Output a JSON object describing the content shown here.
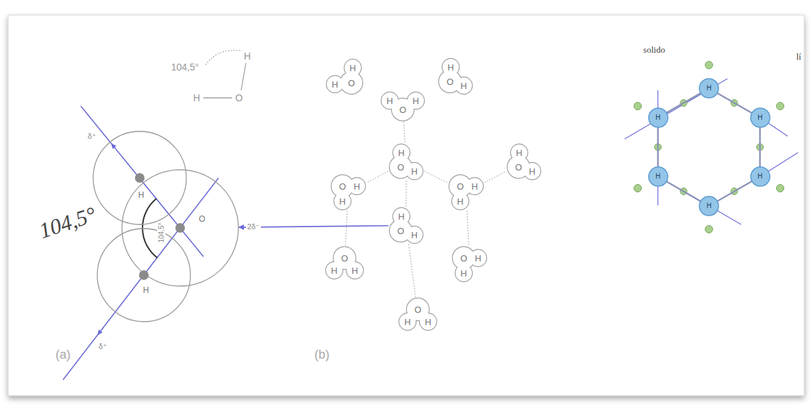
{
  "diagram": {
    "nodes": [
      {
        "text": [
          "H"
        ]
      },
      {
        "text": [
          "O"
        ]
      },
      {
        "text": [
          "H"
        ]
      },
      {
        "text": [
          "H",
          "H",
          "O"
        ]
      },
      {
        "text": [
          "H",
          "O",
          "H"
        ]
      },
      {
        "text": [
          "H",
          "O",
          "H"
        ]
      },
      {
        "text": [
          "H",
          "O",
          "H"
        ]
      },
      {
        "text": [
          "H",
          "O",
          "H"
        ]
      },
      {
        "text": [
          "O",
          "H",
          "H"
        ]
      },
      {
        "text": [
          "O",
          "H",
          "H"
        ]
      },
      {
        "text": [
          "H",
          "O",
          "H"
        ]
      },
      {
        "text": [
          "O",
          "H",
          "H"
        ]
      },
      {
        "text": [
          "O",
          "H",
          "H"
        ]
      },
      {
        "text": [
          "O",
          "H",
          "H"
        ]
      },
      {
        "text": [
          "H"
        ]
      },
      {
        "text": [
          "H"
        ]
      },
      {
        "text": [
          "H"
        ]
      },
      {
        "text": [
          "H"
        ]
      },
      {
        "text": [
          "H"
        ]
      },
      {
        "text": [
          "H"
        ]
      }
    ],
    "edges": [
      {
        "from": 10,
        "to": 1,
        "arrow": "to",
        "label": "2δ⁻"
      },
      {
        "from": 5,
        "to": 6,
        "arrow": "none"
      },
      {
        "from": 6,
        "to": 8,
        "arrow": "none"
      },
      {
        "from": 6,
        "to": 9,
        "arrow": "none"
      },
      {
        "from": 9,
        "to": 7,
        "arrow": "none"
      },
      {
        "from": 6,
        "to": 10,
        "arrow": "none"
      },
      {
        "from": 8,
        "to": 11,
        "arrow": "none"
      },
      {
        "from": 9,
        "to": 12,
        "arrow": "none"
      },
      {
        "from": 10,
        "to": 13,
        "arrow": "none"
      },
      {
        "from": 14,
        "to": 16,
        "arrow": "none"
      },
      {
        "from": 16,
        "to": 18,
        "arrow": "none"
      },
      {
        "from": 18,
        "to": 19,
        "arrow": "none"
      },
      {
        "from": 19,
        "to": 17,
        "arrow": "none"
      },
      {
        "from": 17,
        "to": 15,
        "arrow": "none"
      },
      {
        "from": 15,
        "to": 14,
        "arrow": "none"
      }
    ],
    "labels": [
      "104,5°",
      "H",
      "H",
      "O",
      "δ⁺",
      "104,5°",
      "104,5°",
      "δ⁺",
      "(a)",
      "(b)",
      "solido",
      "lí"
    ]
  }
}
